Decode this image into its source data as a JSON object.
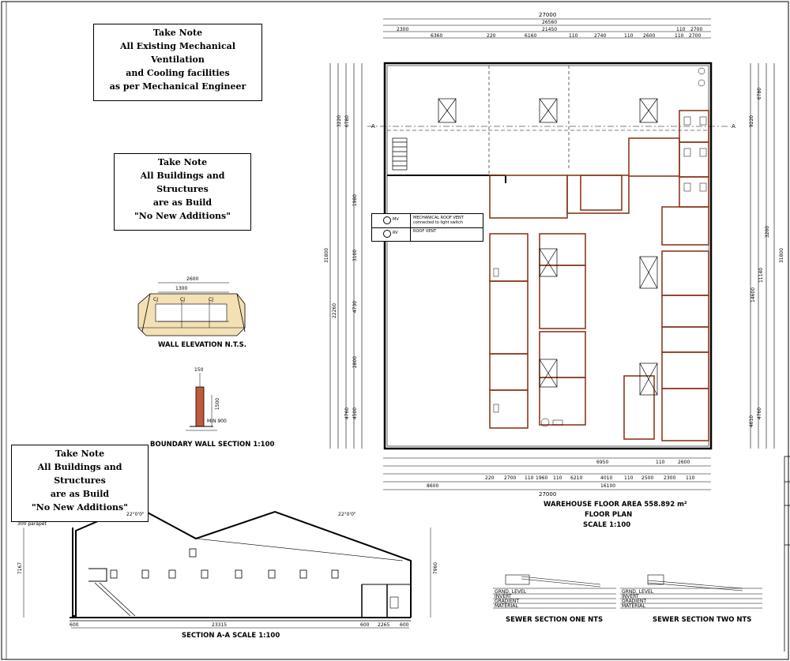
{
  "notes": {
    "ventilation": [
      "Take Note",
      "All Existing Mechanical Ventilation",
      "and Cooling facilities",
      "as per Mechanical Engineer"
    ],
    "structures_top": [
      "Take Note",
      "All Buildings and Structures",
      "are as Build",
      "\"No New Additions\""
    ],
    "structures_bottom": [
      "Take Note",
      "All Buildings and Structures",
      "are as Build",
      "\"No New Additions\""
    ]
  },
  "floor_plan": {
    "area_label": "WAREHOUSE FLOOR AREA 558.892 m²",
    "title": "FLOOR PLAN",
    "scale": "SCALE 1:100",
    "overall_top": "27000",
    "overall_bottom": "27000",
    "dims_top_row2": "26560",
    "dims_top_row3": [
      "2300",
      "21450",
      "110",
      "2700"
    ],
    "dims_top_row4": [
      "6360",
      "220",
      "6160",
      "110",
      "2740",
      "110",
      "2600",
      "110",
      "2700"
    ],
    "dims_bottom_row1": [
      "6950",
      "110",
      "2600"
    ],
    "dims_bottom_row2": [
      "8600",
      "16100"
    ],
    "dims_bottom_row3": [
      "220",
      "2700",
      "110",
      "1960",
      "110",
      "6210",
      "4010",
      "110",
      "2500",
      "2300",
      "110"
    ],
    "left_dims": [
      "3220",
      "6780",
      "1980",
      "3100",
      "4730",
      "2800",
      "4500",
      "4760",
      "31800",
      "22260"
    ],
    "right_dims": [
      "31800",
      "14600",
      "11140",
      "9220",
      "6780",
      "3200",
      "4610",
      "4760"
    ],
    "legend": [
      {
        "code": "MV",
        "desc": "MECHANICAL ROOF VENT connected to light switch"
      },
      {
        "code": "RV",
        "desc": "ROOF VENT"
      }
    ],
    "section_marker": "A"
  },
  "wall_elevation": {
    "caption": "WALL ELEVATION  N.T.S.",
    "top_dim": "2600",
    "sub_dim": "1300",
    "joints": [
      "CJ",
      "CJ",
      "CJ"
    ]
  },
  "boundary_wall": {
    "caption": "BOUNDARY WALL SECTION 1:100",
    "dims": [
      "150",
      "MIN 900",
      "1500"
    ]
  },
  "section_aa": {
    "caption": "SECTION A-A  SCALE 1:100",
    "roof_pitch_left": "22°0'0\"",
    "roof_pitch_right": "22°0'0\"",
    "overall_length": "23315",
    "left_offset": "600",
    "right_dims": [
      "600",
      "2265",
      "600"
    ],
    "height_left": "7167",
    "height_right": "7960",
    "label_parapet": "300 parapet"
  },
  "sewer": {
    "one_caption": "SEWER SECTION ONE  NTS",
    "two_caption": "SEWER SECTION TWO  NTS",
    "rows": [
      "GRND. LEVEL",
      "INVERT",
      "GRADIENT",
      "MATERIAL"
    ]
  },
  "colors": {
    "ink": "#000000",
    "wall": "#a0522d",
    "paper": "#ffffff"
  }
}
